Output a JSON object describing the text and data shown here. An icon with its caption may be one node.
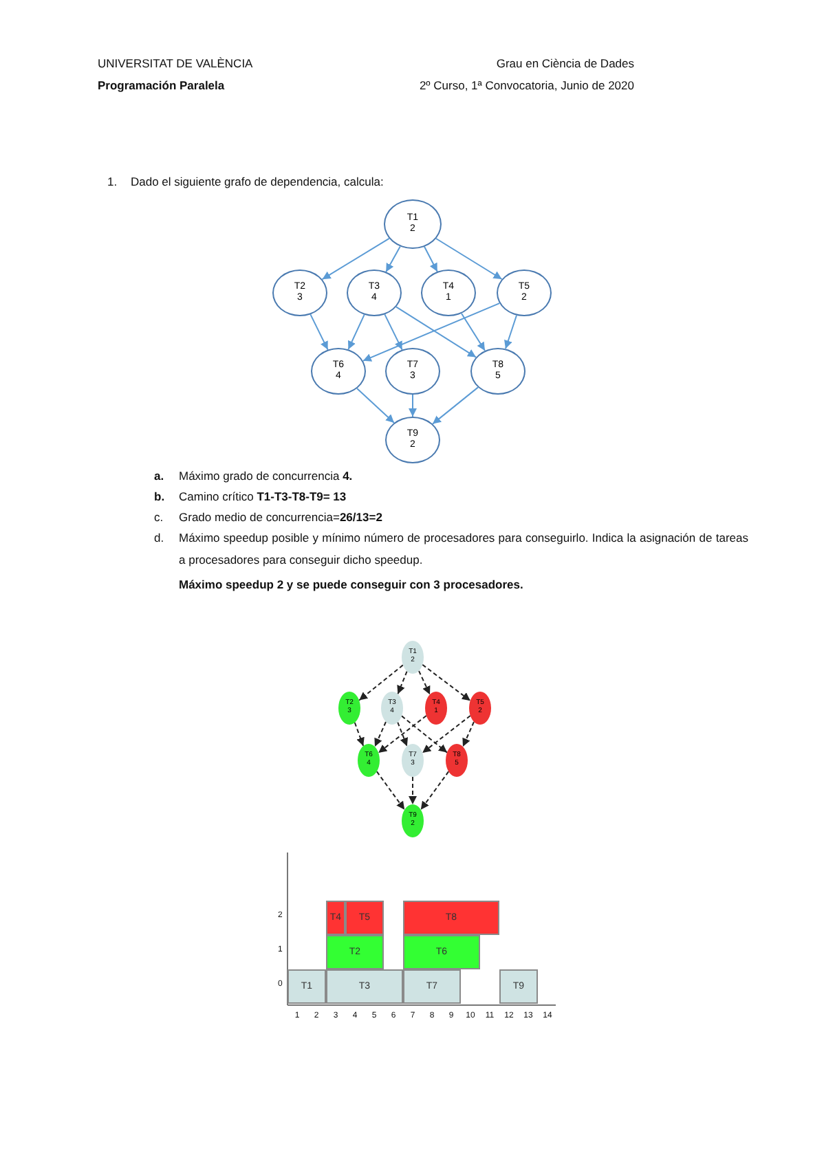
{
  "diagram": {
    "nodes": [
      {
        "text": [
          "T1",
          "2"
        ]
      },
      {
        "text": [
          "T2",
          "3"
        ]
      },
      {
        "text": [
          "T3",
          "4"
        ]
      },
      {
        "text": [
          "T4",
          "1"
        ]
      },
      {
        "text": [
          "T5",
          "2"
        ]
      },
      {
        "text": [
          "T6",
          "4"
        ]
      },
      {
        "text": [
          "T7",
          "3"
        ]
      },
      {
        "text": [
          "T8",
          "5"
        ]
      },
      {
        "text": [
          "T9",
          "2"
        ]
      },
      {
        "text": [
          "T1",
          "2"
        ]
      },
      {
        "text": [
          "T2",
          "3"
        ]
      },
      {
        "text": [
          "T3",
          "4"
        ]
      },
      {
        "text": [
          "T4",
          "1"
        ]
      },
      {
        "text": [
          "T5",
          "2"
        ]
      },
      {
        "text": [
          "T6",
          "4"
        ]
      },
      {
        "text": [
          "T7",
          "3"
        ]
      },
      {
        "text": [
          "T8",
          "5"
        ]
      },
      {
        "text": [
          "T9",
          "2"
        ]
      },
      {
        "text": [
          "T4"
        ]
      },
      {
        "text": [
          "T5"
        ]
      },
      {
        "text": [
          "T8"
        ]
      },
      {
        "text": [
          "T2"
        ]
      },
      {
        "text": [
          "T6"
        ]
      },
      {
        "text": [
          "T1"
        ]
      },
      {
        "text": [
          "T3"
        ]
      },
      {
        "text": [
          "T7"
        ]
      },
      {
        "text": [
          "T9"
        ]
      }
    ],
    "edges": [
      {
        "from": 0,
        "to": 1,
        "arrow": "to"
      },
      {
        "from": 0,
        "to": 2,
        "arrow": "to"
      },
      {
        "from": 0,
        "to": 3,
        "arrow": "to"
      },
      {
        "from": 0,
        "to": 4,
        "arrow": "to"
      },
      {
        "from": 1,
        "to": 5,
        "arrow": "to"
      },
      {
        "from": 2,
        "to": 5,
        "arrow": "to"
      },
      {
        "from": 2,
        "to": 6,
        "arrow": "to"
      },
      {
        "from": 2,
        "to": 7,
        "arrow": "to"
      },
      {
        "from": 3,
        "to": 7,
        "arrow": "to"
      },
      {
        "from": 4,
        "to": 5,
        "arrow": "to"
      },
      {
        "from": 4,
        "to": 7,
        "arrow": "to"
      },
      {
        "from": 5,
        "to": 8,
        "arrow": "to"
      },
      {
        "from": 6,
        "to": 8,
        "arrow": "to"
      },
      {
        "from": 7,
        "to": 8,
        "arrow": "to"
      },
      {
        "from": 9,
        "to": 10,
        "arrow": "to",
        "style": "dashed",
        "color": "#222222"
      },
      {
        "from": 9,
        "to": 11,
        "arrow": "to",
        "style": "dashed",
        "color": "#222222"
      },
      {
        "from": 9,
        "to": 12,
        "arrow": "to",
        "style": "dashed",
        "color": "#222222"
      },
      {
        "from": 9,
        "to": 13,
        "arrow": "to",
        "style": "dashed",
        "color": "#222222"
      },
      {
        "from": 10,
        "to": 14,
        "arrow": "to",
        "style": "dashed",
        "color": "#222222"
      },
      {
        "from": 11,
        "to": 14,
        "arrow": "to",
        "style": "dashed",
        "color": "#222222"
      },
      {
        "from": 11,
        "to": 15,
        "arrow": "to",
        "style": "dashed",
        "color": "#222222"
      },
      {
        "from": 11,
        "to": 16,
        "arrow": "to",
        "style": "dashed",
        "color": "#222222"
      },
      {
        "from": 12,
        "to": 14,
        "arrow": "to",
        "style": "dashed",
        "color": "#222222"
      },
      {
        "from": 13,
        "to": 15,
        "arrow": "to",
        "style": "dashed",
        "color": "#222222"
      },
      {
        "from": 13,
        "to": 16,
        "arrow": "to",
        "style": "dashed",
        "color": "#222222"
      },
      {
        "from": 14,
        "to": 17,
        "arrow": "to",
        "style": "dashed",
        "color": "#222222"
      },
      {
        "from": 15,
        "to": 17,
        "arrow": "to",
        "style": "dashed",
        "color": "#222222"
      },
      {
        "from": 16,
        "to": 17,
        "arrow": "to",
        "style": "dashed",
        "color": "#222222"
      }
    ],
    "labels": [
      "UNIVERSITAT DE VALÈNCIA",
      "Programación Paralela",
      "Grau en Ciència de Dades",
      "2º Curso, 1ª Convocatoria, Junio de 2020",
      "1.",
      "Dado el siguiente grafo de dependencia, calcula:",
      "a.",
      "Máximo grado de concurrencia **4.**",
      "b.",
      "Camino crítico **T1-T3-T8-T9= 13**",
      "c.",
      "Grado medio de concurrencia=**26/13=2**",
      "d.",
      "Máximo speedup posible y mínimo número de procesadores para conseguirlo. Indica la asignación de tareas a procesadores para conseguir dicho speedup.",
      "Máximo speedup 2 y se puede conseguir con 3 procesadores.",
      "2",
      "1",
      "0",
      "1",
      "2",
      "3",
      "4",
      "5",
      "6",
      "7",
      "8",
      "9",
      "10",
      "11",
      "12",
      "13",
      "14"
    ]
  }
}
